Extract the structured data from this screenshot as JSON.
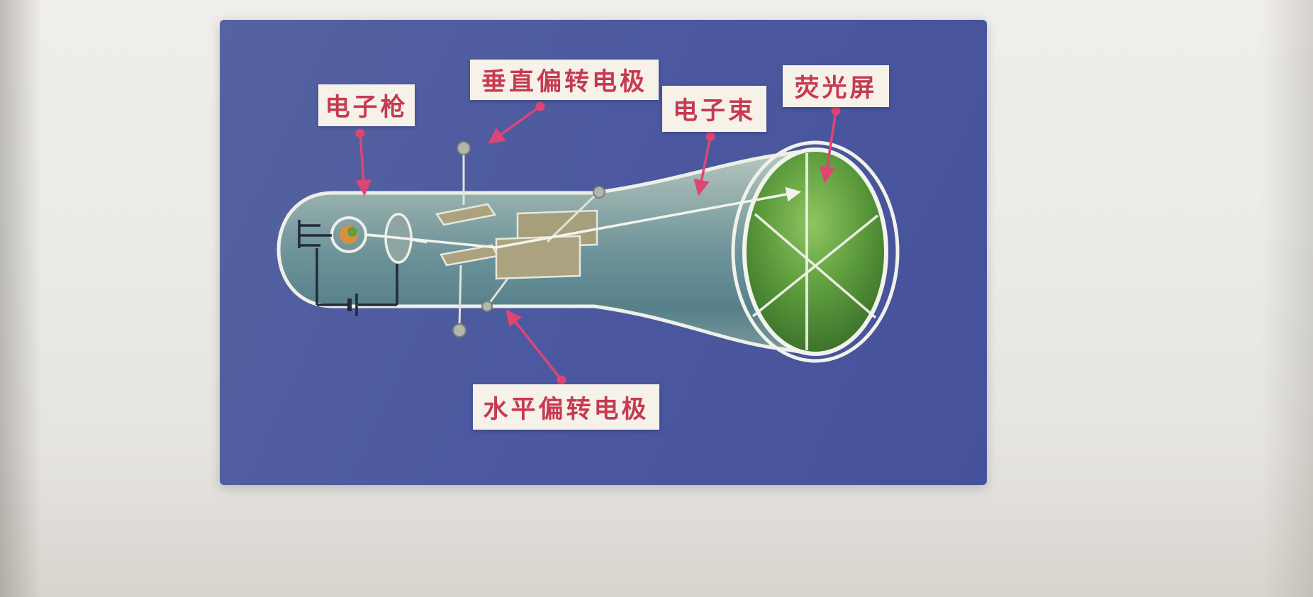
{
  "figure": {
    "kind": "textbook-diagram-photo",
    "subject": "cathode-ray-tube-structure",
    "labels": {
      "electron_gun": "电子枪",
      "vertical_deflection_electrode": "垂直偏转电极",
      "electron_beam": "电子束",
      "fluorescent_screen": "荧光屏",
      "horizontal_deflection_electrode": "水平偏转电极"
    },
    "callouts": [
      {
        "label_key": "electron_gun",
        "points_to": "electron-gun"
      },
      {
        "label_key": "vertical_deflection_electrode",
        "points_to": "vertical-deflection-plates"
      },
      {
        "label_key": "electron_beam",
        "points_to": "electron-beam"
      },
      {
        "label_key": "fluorescent_screen",
        "points_to": "fluorescent-screen"
      },
      {
        "label_key": "horizontal_deflection_electrode",
        "points_to": "horizontal-deflection-plates"
      }
    ],
    "colors": {
      "panel_blue": "#4c59a0",
      "panel_blue_light": "#56639f",
      "panel_blue_dark": "#45519a",
      "label_text": "#c63a52",
      "arrow_pink": "#dd4674",
      "tube_outline": "#eef0e8",
      "screen_green": "#4e8a33",
      "plate_tan": "#aba37f",
      "circuit_dark": "#232a3c"
    }
  }
}
